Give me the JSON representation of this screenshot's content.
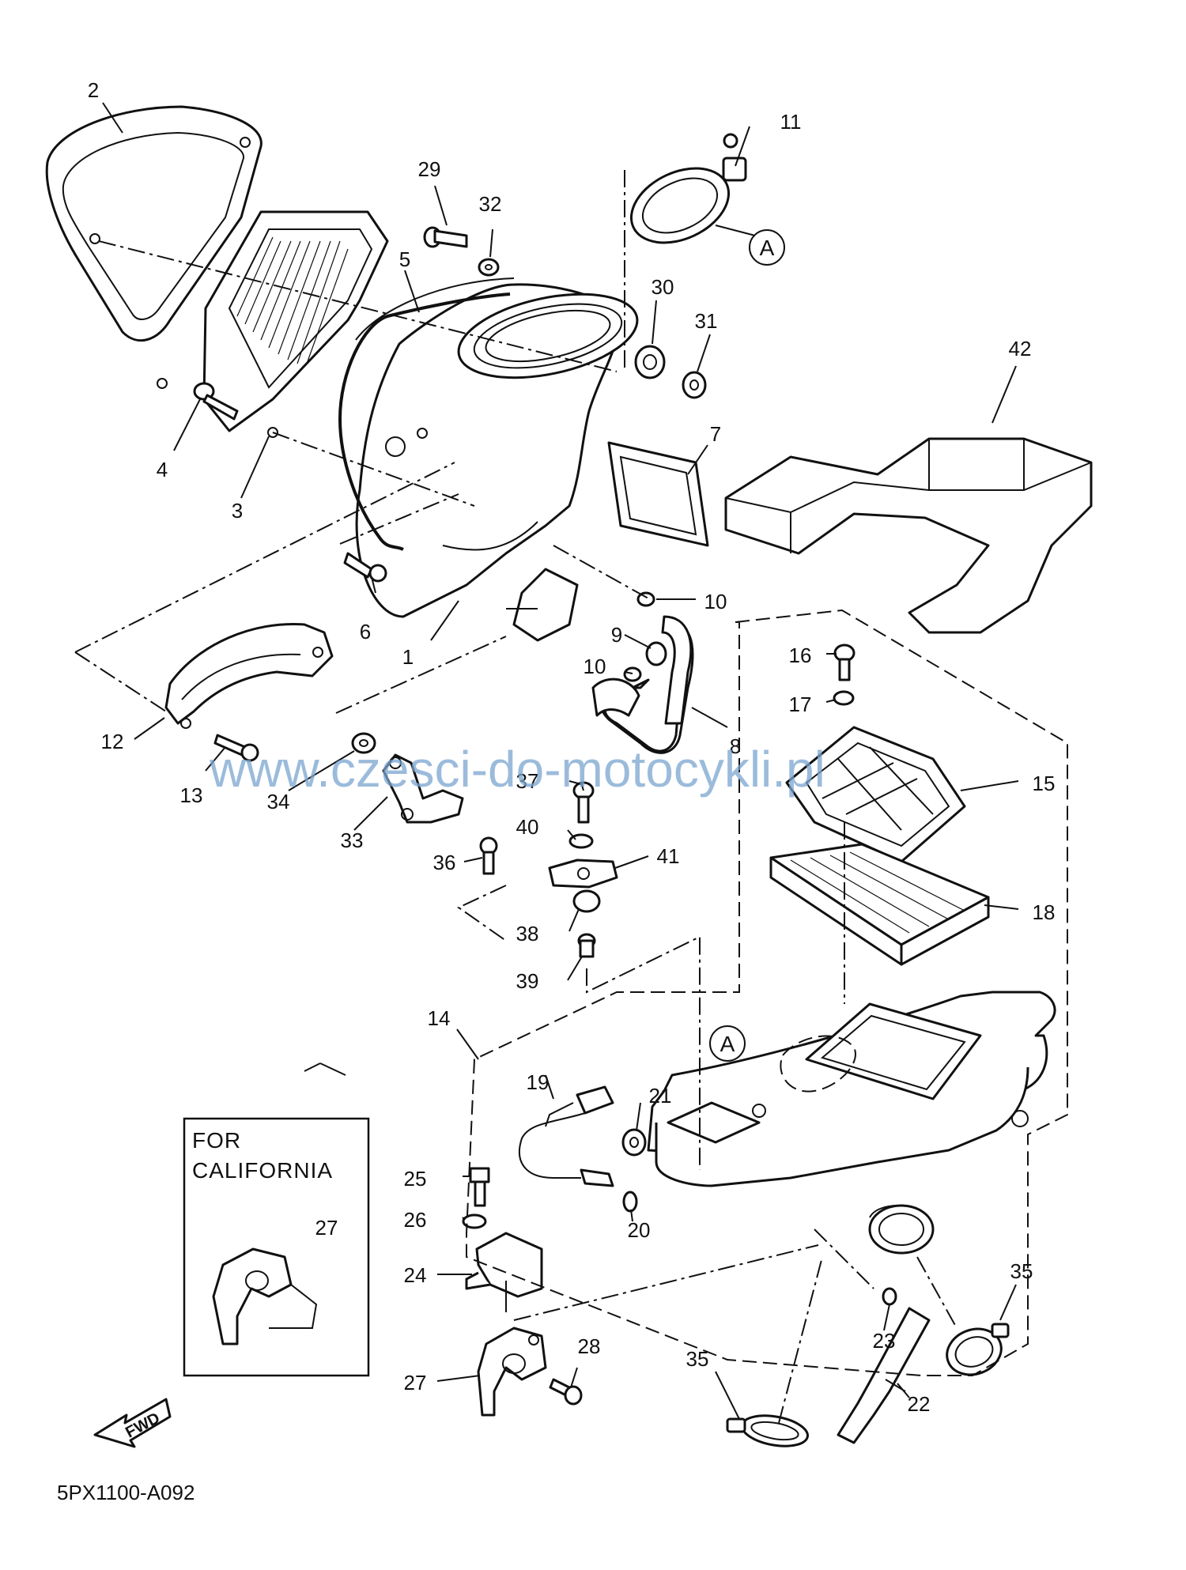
{
  "diagram": {
    "callouts": [
      {
        "id": "c1",
        "text": "1"
      },
      {
        "id": "c2",
        "text": "2"
      },
      {
        "id": "c3",
        "text": "3"
      },
      {
        "id": "c4",
        "text": "4"
      },
      {
        "id": "c5",
        "text": "5"
      },
      {
        "id": "c6",
        "text": "6"
      },
      {
        "id": "c7",
        "text": "7"
      },
      {
        "id": "c8",
        "text": "8"
      },
      {
        "id": "c9",
        "text": "9"
      },
      {
        "id": "c10a",
        "text": "10"
      },
      {
        "id": "c10b",
        "text": "10"
      },
      {
        "id": "c11",
        "text": "11"
      },
      {
        "id": "c12",
        "text": "12"
      },
      {
        "id": "c13",
        "text": "13"
      },
      {
        "id": "c14",
        "text": "14"
      },
      {
        "id": "c15",
        "text": "15"
      },
      {
        "id": "c16",
        "text": "16"
      },
      {
        "id": "c17",
        "text": "17"
      },
      {
        "id": "c18",
        "text": "18"
      },
      {
        "id": "c19",
        "text": "19"
      },
      {
        "id": "c20",
        "text": "20"
      },
      {
        "id": "c21",
        "text": "21"
      },
      {
        "id": "c22",
        "text": "22"
      },
      {
        "id": "c23",
        "text": "23"
      },
      {
        "id": "c24",
        "text": "24"
      },
      {
        "id": "c25",
        "text": "25"
      },
      {
        "id": "c26",
        "text": "26"
      },
      {
        "id": "c27a",
        "text": "27"
      },
      {
        "id": "c27b",
        "text": "27"
      },
      {
        "id": "c28",
        "text": "28"
      },
      {
        "id": "c29",
        "text": "29"
      },
      {
        "id": "c30",
        "text": "30"
      },
      {
        "id": "c31",
        "text": "31"
      },
      {
        "id": "c32",
        "text": "32"
      },
      {
        "id": "c33",
        "text": "33"
      },
      {
        "id": "c34",
        "text": "34"
      },
      {
        "id": "c35a",
        "text": "35"
      },
      {
        "id": "c35b",
        "text": "35"
      },
      {
        "id": "c36",
        "text": "36"
      },
      {
        "id": "c37",
        "text": "37"
      },
      {
        "id": "c38",
        "text": "38"
      },
      {
        "id": "c39",
        "text": "39"
      },
      {
        "id": "c40",
        "text": "40"
      },
      {
        "id": "c41",
        "text": "41"
      },
      {
        "id": "c42",
        "text": "42"
      }
    ],
    "reference_marks": [
      {
        "id": "refA1",
        "text": "A"
      },
      {
        "id": "refA2",
        "text": "A"
      }
    ],
    "california_box": {
      "line1": "FOR",
      "line2": "CALIFORNIA"
    },
    "fwd_label": "FWD",
    "diagram_code": "5PX1100-A092",
    "watermark": "www.czesci-do-motocykli.pl"
  }
}
